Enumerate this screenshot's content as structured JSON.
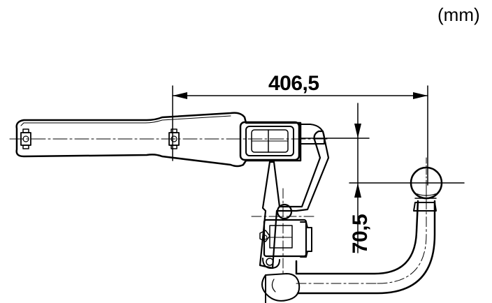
{
  "units_label": "(mm)",
  "dimensions": {
    "horizontal": "406,5",
    "vertical": "70,5"
  },
  "colors": {
    "line": "#000000",
    "background": "#ffffff"
  }
}
